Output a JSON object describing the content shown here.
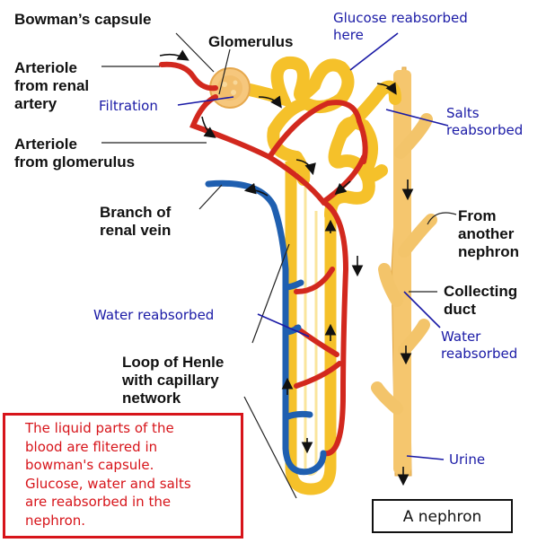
{
  "title": "A nephron",
  "labels": {
    "bowmans_capsule": "Bowman’s capsule",
    "glomerulus": "Glomerulus",
    "arteriole_from_renal_artery": "Arteriole\nfrom renal\nartery",
    "arteriole_from_glomerulus": "Arteriole\nfrom glomerulus",
    "branch_of_renal_vein": "Branch of\nrenal vein",
    "loop_of_henle": "Loop of Henle\nwith capillary\nnetwork",
    "from_another_nephron": "From\nanother\nnephron",
    "collecting_duct": "Collecting\nduct"
  },
  "annotations": {
    "filtration": "Filtration",
    "glucose_reabsorbed": "Glucose reabsorbed\nhere",
    "salts_reabsorbed": "Salts\nreabsorbed",
    "water_reabsorbed_loop": "Water reabsorbed",
    "water_reabsorbed_duct": "Water\nreabsorbed",
    "urine": "Urine"
  },
  "summary": "The liquid parts of the\nblood are flitered in\nbowman's capsule.\nGlucose, water and salts\nare reabsorbed in the\nnephron.",
  "colors": {
    "tubule": "#f5c12a",
    "tubule_edge": "#e3a514",
    "artery": "#d2281e",
    "vein": "#1f5fb0",
    "duct": "#f3c46a",
    "duct_edge": "#e0a545",
    "capsule": "#f6c77d",
    "annotation_blue": "#1a1aa6",
    "summary_red": "#d7141a"
  }
}
